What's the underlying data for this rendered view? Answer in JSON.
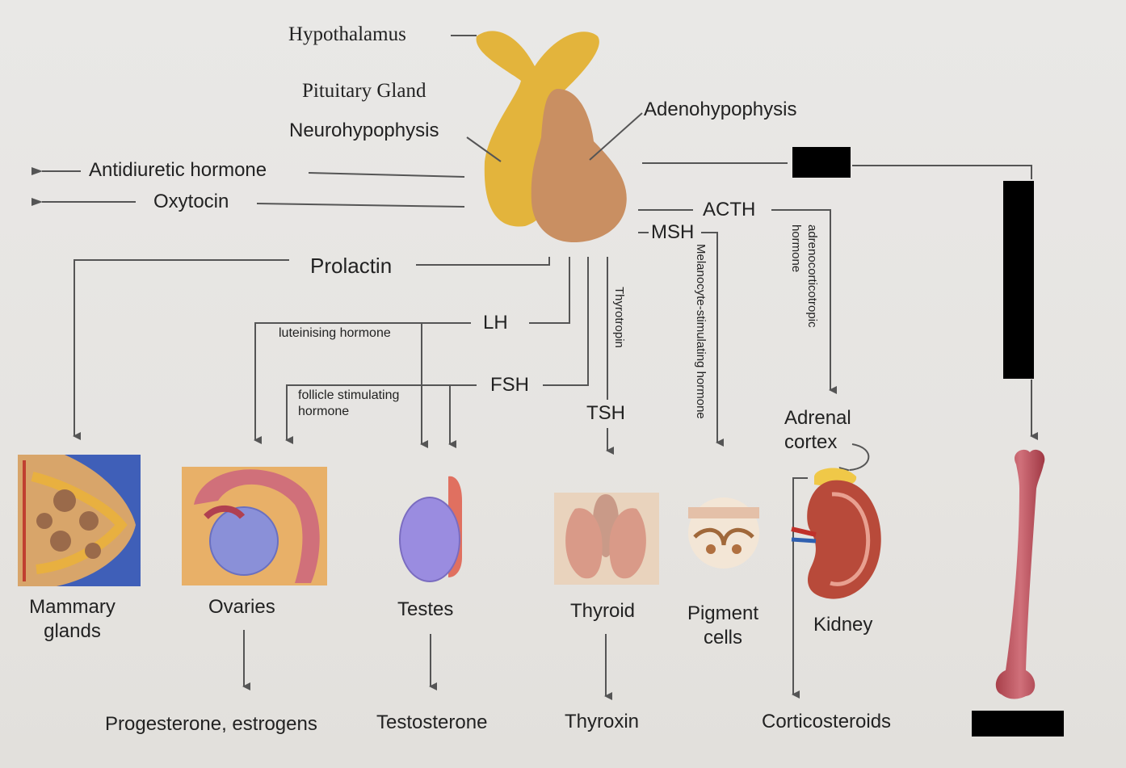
{
  "glands": {
    "hypothalamus": "Hypothalamus",
    "pituitary": "Pituitary Gland",
    "neurohypophysis": "Neurohypophysis",
    "adenohypophysis": "Adenohypophysis"
  },
  "posterior_hormones": {
    "adh": "Antidiuretic hormone",
    "oxytocin": "Oxytocin"
  },
  "anterior_hormones": {
    "prolactin": "Prolactin",
    "lh": "LH",
    "lh_full": "luteinising hormone",
    "fsh": "FSH",
    "fsh_full_1": "follicle stimulating",
    "fsh_full_2": "hormone",
    "tsh": "TSH",
    "tsh_full": "Thyrotropin",
    "msh": "MSH",
    "msh_full": "Melanocyte-stimulating hormone",
    "acth": "ACTH",
    "acth_full_1": "adrenocorticotropic",
    "acth_full_2": "hormone"
  },
  "targets": {
    "mammary_1": "Mammary",
    "mammary_2": "glands",
    "ovaries": "Ovaries",
    "testes": "Testes",
    "thyroid": "Thyroid",
    "pigment_1": "Pigment",
    "pigment_2": "cells",
    "adrenal_1": "Adrenal",
    "adrenal_2": "cortex",
    "kidney": "Kidney"
  },
  "products": {
    "ovaries": "Progesterone, estrogens",
    "testes": "Testosterone",
    "thyroid": "Thyroxin",
    "adrenal": "Corticosteroids"
  },
  "colors": {
    "hypothalamus": "#e3b43c",
    "adenohypophysis": "#c98f62",
    "line": "#555555",
    "redaction": "#000000"
  }
}
